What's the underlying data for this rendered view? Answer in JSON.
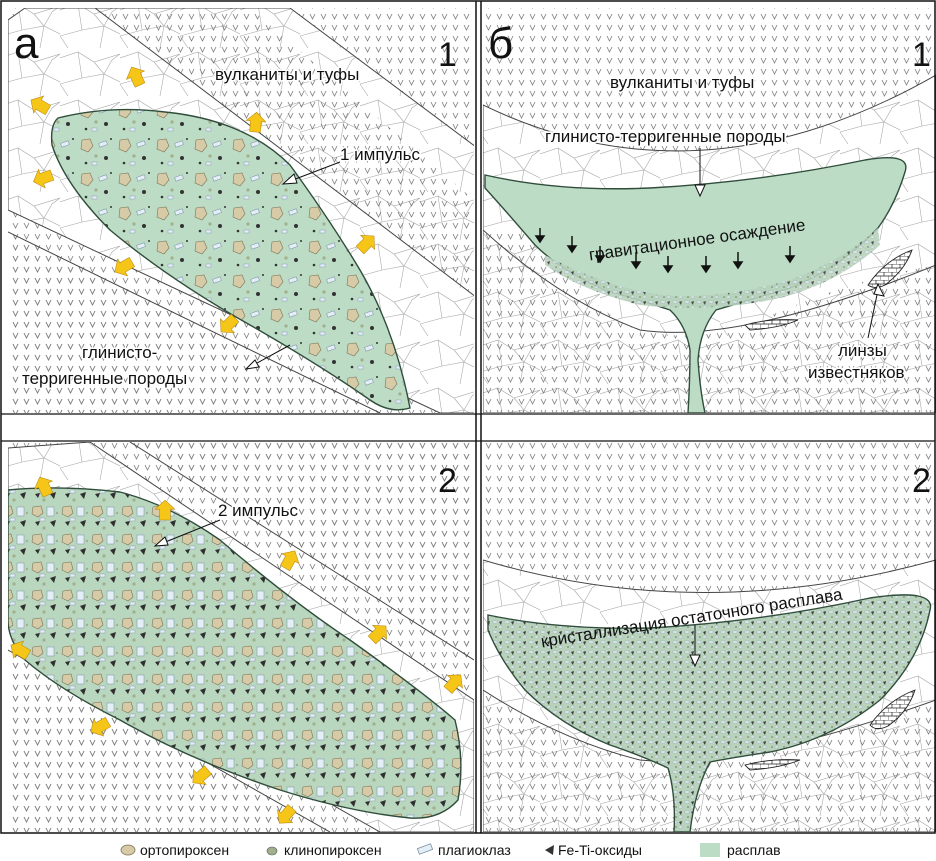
{
  "panels": {
    "a": {
      "letter": "а"
    },
    "b": {
      "letter": "б"
    },
    "stage1": "1",
    "stage2": "2"
  },
  "labels": {
    "volcanics_a": "вулканиты и туфы",
    "volcanics_b": "вулканиты и туфы",
    "impulse1": "1 импульс",
    "impulse2": "2 импульс",
    "clay_line1": "глинисто-",
    "clay_line2": "терригенные породы",
    "clay_b": "глинисто-терригенные породы",
    "settling": "гравитационное осаждение",
    "limestone_line1": "линзы",
    "limestone_line2": "известняков",
    "crystallization": "кристаллизация остаточного расплава"
  },
  "legend": [
    {
      "label": "ортопироксен",
      "symbol": "orthopyroxene",
      "color": "#d6cba6"
    },
    {
      "label": "клинопироксен",
      "symbol": "clinopyroxene",
      "color": "#9fb08a"
    },
    {
      "label": "плагиоклаз",
      "symbol": "plagioclase",
      "color": "#e3eef7"
    },
    {
      "label": "Fe-Ti-оксиды",
      "symbol": "fe-ti-oxides",
      "color": "#333333"
    },
    {
      "label": "расплав",
      "symbol": "melt",
      "color": "#bcdcc6"
    }
  ],
  "colors": {
    "melt": "#bcdcc6",
    "orthopyroxene": "#d6cba6",
    "plagioclase": "#e3eef7",
    "arrow": "#f5c518",
    "volcanic_pattern": "#777777"
  }
}
